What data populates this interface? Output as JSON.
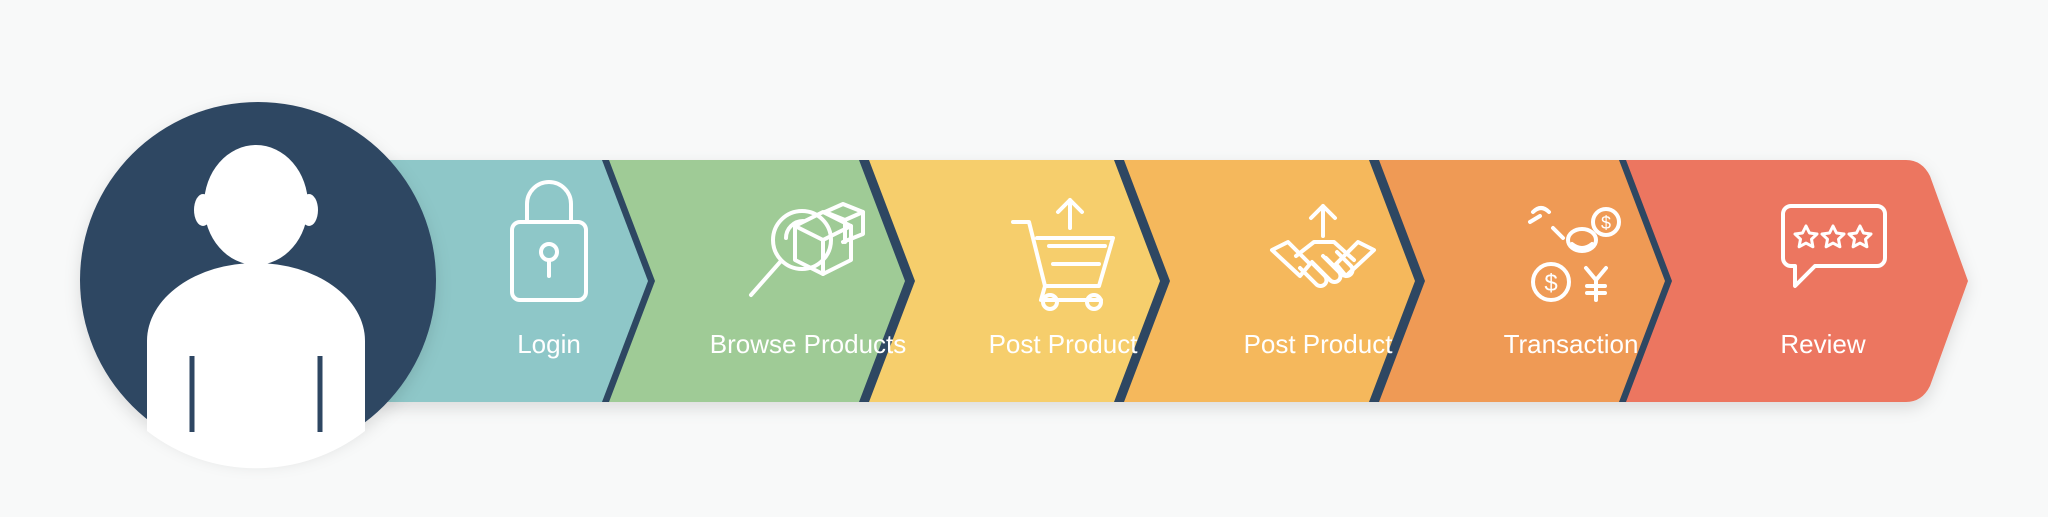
{
  "colors": {
    "background": "#f8f9f9",
    "avatar_circle": "#2e4662",
    "separator": "#2e4662",
    "icon_stroke": "#ffffff"
  },
  "steps": [
    {
      "label": "Login",
      "icon": "padlock-icon",
      "color": "#8ec7c8"
    },
    {
      "label": "Browse Products",
      "icon": "magnifier-boxes-icon",
      "color": "#9fcb96"
    },
    {
      "label": "Post Product",
      "icon": "cart-upload-icon",
      "color": "#f6ce6c"
    },
    {
      "label": "Post Product",
      "icon": "handshake-upload-icon",
      "color": "#f5b85c"
    },
    {
      "label": "Transaction",
      "icon": "coins-currency-icon",
      "color": "#ef9a55"
    },
    {
      "label": "Review",
      "icon": "star-rating-bubble-icon",
      "color": "#ec7661"
    }
  ],
  "user_icon": "user-avatar-icon"
}
